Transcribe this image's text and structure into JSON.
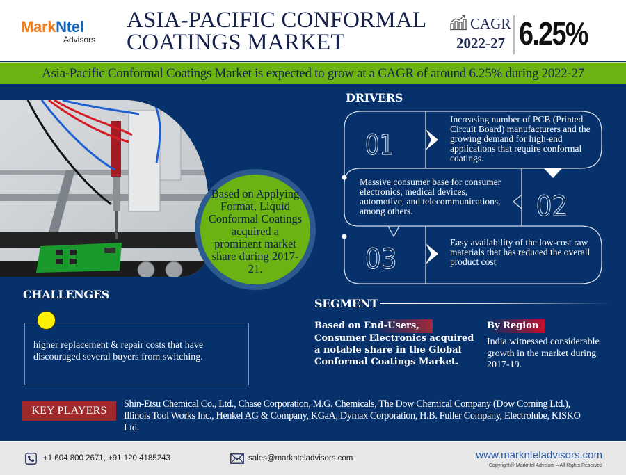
{
  "header": {
    "logo_primary": "Mark",
    "logo_secondary": "Ntel",
    "logo_sub": "Advisors",
    "title_line1": "ASIA-PACIFIC CONFORMAL",
    "title_line2": "COATINGS MARKET",
    "cagr_label": "CAGR",
    "cagr_years": "2022-27",
    "cagr_value": "6.25%"
  },
  "banner": {
    "text": "Asia-Pacific Conformal Coatings Market is expected to grow at a CAGR of around 6.25% during 2022-27"
  },
  "highlight": {
    "text": "Based on Applying Format, Liquid Conformal Coatings acquired a prominent market share during 2017-21."
  },
  "drivers": {
    "title": "DRIVERS",
    "items": [
      {
        "number": "01",
        "text": "Increasing number of PCB (Printed Circuit Board) manufacturers and the growing demand for high-end applications that require conformal coatings."
      },
      {
        "number": "02",
        "text": "Massive consumer base for consumer electronics, medical devices, automotive, and telecommunications, among others."
      },
      {
        "number": "03",
        "text": "Easy availability of the low-cost raw materials that has reduced the overall product cost"
      }
    ]
  },
  "challenges": {
    "title": "CHALLENGES",
    "text": "higher replacement & repair costs that have discouraged several buyers from switching."
  },
  "segment": {
    "title": "SEGMENT",
    "end_users_heading": "Based on End-Users,",
    "end_users_text": "Consumer Electronics acquired a notable share in the Global Conformal Coatings Market.",
    "region_heading": "By Region",
    "region_text": "India witnessed considerable growth in the market during 2017-19."
  },
  "key_players": {
    "label": "KEY PLAYERS",
    "text": "Shin-Etsu Chemical Co., Ltd., Chase Corporation, M.G. Chemicals, The Dow Chemical Company (Dow Corning Ltd.), Illinois Tool Works Inc., Henkel AG & Company, KGaA, Dymax Corporation, H.B. Fuller Company, Electrolube, KISKO Ltd."
  },
  "footer": {
    "phone": "+1 604 800 2671, +91 120 4185243",
    "email": "sales@marknteladvisors.com",
    "website": "www.marknteladvisors.com",
    "copyright": "Copyright@ Markntel Advisors – All Rights Reserved"
  },
  "colors": {
    "navy": "#06316a",
    "green": "#6ab313",
    "brand_orange": "#f07c1b",
    "brand_blue": "#1565b8",
    "key_players_red": "#9e2a2b",
    "challenge_dot": "#fff200"
  }
}
